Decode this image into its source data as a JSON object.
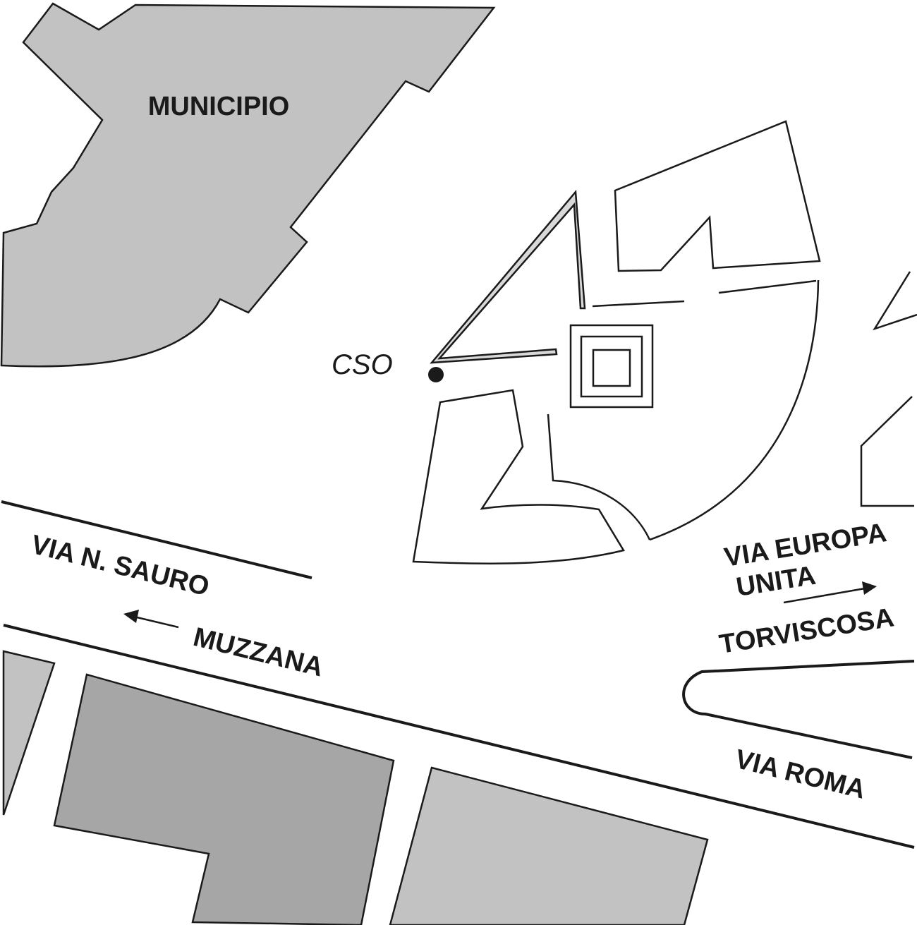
{
  "colors": {
    "block_light": "#c2c2c2",
    "block_dark": "#a6a6a6",
    "ink": "#1a1a1a",
    "background": "#ffffff"
  },
  "labels": {
    "municipio": "MUNICIPIO",
    "cso": "CSO",
    "via_sauro": "VIA N. SAURO",
    "muzzana": "MUZZANA",
    "via_europa_line1": "VIA EUROPA",
    "via_europa_line2": "UNITA",
    "torviscosa": "TORVISCOSA",
    "via_roma": "VIA ROMA"
  }
}
